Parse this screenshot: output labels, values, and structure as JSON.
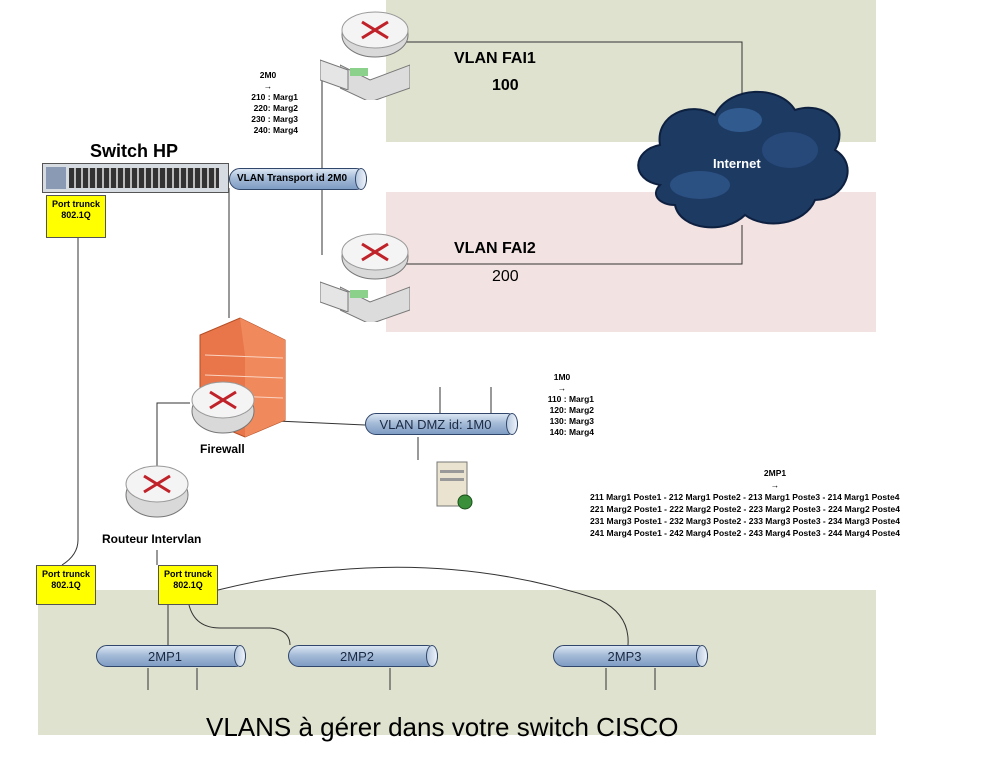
{
  "vlan_fai1": {
    "name": "VLAN FAI1",
    "id": "100"
  },
  "vlan_fai2": {
    "name": "VLAN FAI2",
    "id": "200"
  },
  "internet": "Internet",
  "switch_hp": "Switch HP",
  "port_trunk": {
    "line1": "Port trunck",
    "line2": "802.1Q"
  },
  "transport": "VLAN Transport  id 2M0",
  "m2_block": {
    "head": "2M0",
    "arrow": "→",
    "items": [
      "210 : Marg1",
      "220:  Marg2",
      "230 : Marg3",
      "240: Marg4"
    ]
  },
  "firewall": "Firewall",
  "dmz": "VLAN DMZ id:   1M0",
  "m1_block": {
    "head": "1M0",
    "arrow": "→",
    "items": [
      "110 : Marg1",
      "120:  Marg2",
      "130: Marg3",
      "140: Marg4"
    ]
  },
  "routeur": "Routeur Intervlan",
  "mp1_block": {
    "head": "2MP1",
    "arrow": "→",
    "rows": [
      "211 Marg1 Poste1  -  212 Marg1 Poste2   -  213 Marg1 Poste3   -  214 Marg1 Poste4",
      "221 Marg2 Poste1  -  222 Marg2 Poste2   -  223 Marg2 Poste3   -  224 Marg2 Poste4",
      "231 Marg3 Poste1  -  232 Marg3 Poste2   -  233 Marg3 Poste3   -  234 Marg3 Poste4",
      "241 Marg4 Poste1  -  242 Marg4 Poste2   -  243 Marg4 Poste3   -  244 Marg4 Poste4"
    ]
  },
  "pipes": [
    "2MP1",
    "2MP2",
    "2MP3"
  ],
  "footer": "VLANS à gérer dans votre switch CISCO",
  "colors": {
    "zone_green": "#dfe2cf",
    "zone_pink": "#f3e2e2",
    "trunk_yellow": "#ffff00",
    "pipe_blue": "#a6bcd8"
  }
}
